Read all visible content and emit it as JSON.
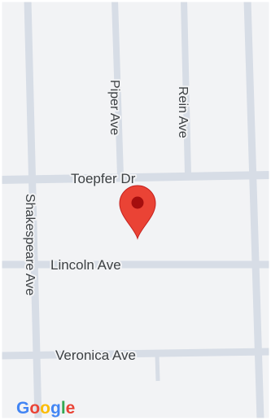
{
  "map": {
    "streets": {
      "toepfer": "Toepfer Dr",
      "lincoln": "Lincoln Ave",
      "veronica": "Veronica Ave",
      "shakespeare": "Shakespeare Ave",
      "piper": "Piper Ave",
      "rein": "Rein Ave"
    },
    "marker_icon": "map-pin-icon",
    "logo": {
      "letters": [
        "G",
        "o",
        "o",
        "g",
        "l",
        "e"
      ],
      "colors": [
        "#4285F4",
        "#EA4335",
        "#FBBC05",
        "#4285F4",
        "#34A853",
        "#EA4335"
      ]
    },
    "colors": {
      "background": "#f2f3f5",
      "road": "#d7dde6",
      "marker": "#ea4335",
      "marker_dot": "#a50e0e"
    }
  }
}
